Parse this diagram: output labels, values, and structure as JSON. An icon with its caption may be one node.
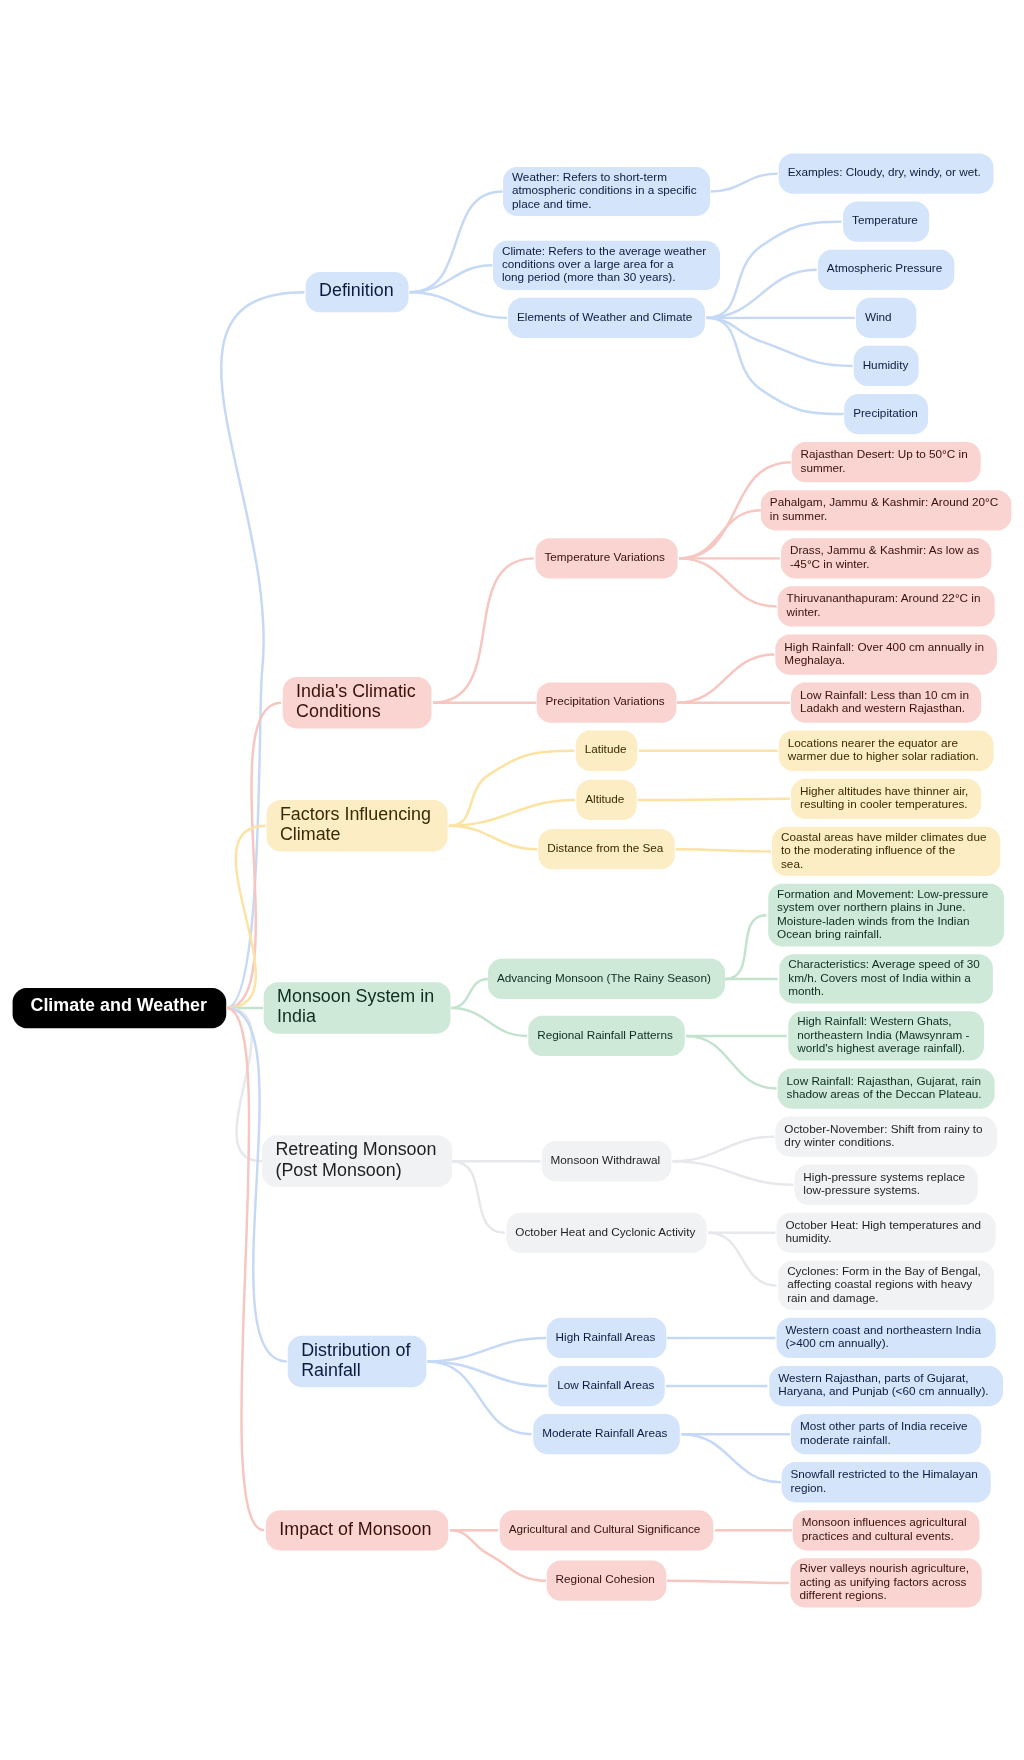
{
  "diagram": {
    "nodes": [
      {
        "text": [
          "Climate and Weather"
        ]
      },
      {
        "text": [
          "Definition"
        ]
      },
      {
        "text": [
          "Weather: Refers to short-term atmospheric conditions in a specific place and time."
        ]
      },
      {
        "text": [
          "Examples: Cloudy, dry, windy, or wet."
        ]
      },
      {
        "text": [
          "Climate: Refers to the average weather conditions over a large area for a long period (more than 30 years)."
        ]
      },
      {
        "text": [
          "Elements of Weather and Climate"
        ]
      },
      {
        "text": [
          "Temperature"
        ]
      },
      {
        "text": [
          "Atmospheric Pressure"
        ]
      },
      {
        "text": [
          "Wind"
        ]
      },
      {
        "text": [
          "Humidity"
        ]
      },
      {
        "text": [
          "Precipitation"
        ]
      },
      {
        "text": [
          "India's Climatic Conditions"
        ]
      },
      {
        "text": [
          "Temperature Variations"
        ]
      },
      {
        "text": [
          "Rajasthan Desert: Up to 50°C in summer."
        ]
      },
      {
        "text": [
          "Pahalgam, Jammu & Kashmir: Around 20°C in summer."
        ]
      },
      {
        "text": [
          "Drass, Jammu & Kashmir: As low as -45°C in winter."
        ]
      },
      {
        "text": [
          "Thiruvananthapuram: Around 22°C in winter."
        ]
      },
      {
        "text": [
          "Precipitation Variations"
        ]
      },
      {
        "text": [
          "High Rainfall: Over 400 cm annually in Meghalaya."
        ]
      },
      {
        "text": [
          "Low Rainfall: Less than 10 cm in Ladakh and western Rajasthan."
        ]
      },
      {
        "text": [
          "Factors Influencing Climate"
        ]
      },
      {
        "text": [
          "Latitude"
        ]
      },
      {
        "text": [
          "Locations nearer the equator are warmer due to higher solar radiation."
        ]
      },
      {
        "text": [
          "Altitude"
        ]
      },
      {
        "text": [
          "Higher altitudes have thinner air, resulting in cooler temperatures."
        ]
      },
      {
        "text": [
          "Distance from the Sea"
        ]
      },
      {
        "text": [
          "Coastal areas have milder climates due to the moderating influence of the sea."
        ]
      },
      {
        "text": [
          "Monsoon System in India"
        ]
      },
      {
        "text": [
          "Advancing Monsoon (The Rainy Season)"
        ]
      },
      {
        "text": [
          "Formation and Movement: Low-pressure system over northern plains in June. Moisture-laden winds from the Indian Ocean bring rainfall."
        ]
      },
      {
        "text": [
          "Characteristics: Average speed of 30 km/h. Covers most of India within a month."
        ]
      },
      {
        "text": [
          "Regional Rainfall Patterns"
        ]
      },
      {
        "text": [
          "High Rainfall: Western Ghats, northeastern India (Mawsynram - world's highest average rainfall)."
        ]
      },
      {
        "text": [
          "Low Rainfall: Rajasthan, Gujarat, rain shadow areas of the Deccan Plateau."
        ]
      },
      {
        "text": [
          "Retreating Monsoon (Post Monsoon)"
        ]
      },
      {
        "text": [
          "Monsoon Withdrawal"
        ]
      },
      {
        "text": [
          "October-November: Shift from rainy to dry winter conditions."
        ]
      },
      {
        "text": [
          "High-pressure systems replace low-pressure systems."
        ]
      },
      {
        "text": [
          "October Heat and Cyclonic Activity"
        ]
      },
      {
        "text": [
          "October Heat: High temperatures and humidity."
        ]
      },
      {
        "text": [
          "Cyclones: Form in the Bay of Bengal, affecting coastal regions with heavy rain and damage."
        ]
      },
      {
        "text": [
          "Distribution of Rainfall"
        ]
      },
      {
        "text": [
          "High Rainfall Areas"
        ]
      },
      {
        "text": [
          "Western coast and northeastern India (>400 cm annually)."
        ]
      },
      {
        "text": [
          "Low Rainfall Areas"
        ]
      },
      {
        "text": [
          "Western Rajasthan, parts of Gujarat, Haryana, and Punjab (<60 cm annually)."
        ]
      },
      {
        "text": [
          "Moderate Rainfall Areas"
        ]
      },
      {
        "text": [
          "Most other parts of India receive moderate rainfall."
        ]
      },
      {
        "text": [
          "Snowfall restricted to the Himalayan region."
        ]
      },
      {
        "text": [
          "Impact of Monsoon"
        ]
      },
      {
        "text": [
          "Agricultural and Cultural Significance"
        ]
      },
      {
        "text": [
          "Monsoon influences agricultural practices and cultural events."
        ]
      },
      {
        "text": [
          "Regional Cohesion"
        ]
      },
      {
        "text": [
          "River valleys nourish agriculture, acting as unifying factors across different regions."
        ]
      }
    ],
    "edges": [
      {
        "from": 0,
        "to": 1,
        "arrow": "none"
      },
      {
        "from": 1,
        "to": 2,
        "arrow": "none"
      },
      {
        "from": 2,
        "to": 3,
        "arrow": "none"
      },
      {
        "from": 1,
        "to": 4,
        "arrow": "none"
      },
      {
        "from": 1,
        "to": 5,
        "arrow": "none"
      },
      {
        "from": 5,
        "to": 6,
        "arrow": "none"
      },
      {
        "from": 5,
        "to": 7,
        "arrow": "none"
      },
      {
        "from": 5,
        "to": 8,
        "arrow": "none"
      },
      {
        "from": 5,
        "to": 9,
        "arrow": "none"
      },
      {
        "from": 5,
        "to": 10,
        "arrow": "none"
      },
      {
        "from": 0,
        "to": 11,
        "arrow": "none",
        "color": "#f7c6c0"
      },
      {
        "from": 11,
        "to": 12,
        "arrow": "none",
        "color": "#f7c6c0"
      },
      {
        "from": 12,
        "to": 13,
        "arrow": "none",
        "color": "#f7c6c0"
      },
      {
        "from": 12,
        "to": 14,
        "arrow": "none",
        "color": "#f7c6c0"
      },
      {
        "from": 12,
        "to": 15,
        "arrow": "none",
        "color": "#f7c6c0"
      },
      {
        "from": 12,
        "to": 16,
        "arrow": "none",
        "color": "#f7c6c0"
      },
      {
        "from": 11,
        "to": 17,
        "arrow": "none",
        "color": "#f7c6c0"
      },
      {
        "from": 17,
        "to": 18,
        "arrow": "none",
        "color": "#f7c6c0"
      },
      {
        "from": 17,
        "to": 19,
        "arrow": "none",
        "color": "#f7c6c0"
      },
      {
        "from": 0,
        "to": 20,
        "arrow": "none",
        "color": "#fde3a3"
      },
      {
        "from": 20,
        "to": 21,
        "arrow": "none",
        "color": "#fde3a3"
      },
      {
        "from": 21,
        "to": 22,
        "arrow": "none",
        "color": "#fde3a3"
      },
      {
        "from": 20,
        "to": 23,
        "arrow": "none",
        "color": "#fde3a3"
      },
      {
        "from": 23,
        "to": 24,
        "arrow": "none",
        "color": "#fde3a3"
      },
      {
        "from": 20,
        "to": 25,
        "arrow": "none",
        "color": "#fde3a3"
      },
      {
        "from": 25,
        "to": 26,
        "arrow": "none",
        "color": "#fde3a3"
      },
      {
        "from": 0,
        "to": 27,
        "arrow": "none",
        "color": "#c3e3cf"
      },
      {
        "from": 27,
        "to": 28,
        "arrow": "none",
        "color": "#c3e3cf"
      },
      {
        "from": 28,
        "to": 29,
        "arrow": "none",
        "color": "#c3e3cf"
      },
      {
        "from": 28,
        "to": 30,
        "arrow": "none",
        "color": "#c3e3cf"
      },
      {
        "from": 27,
        "to": 31,
        "arrow": "none",
        "color": "#c3e3cf"
      },
      {
        "from": 31,
        "to": 32,
        "arrow": "none",
        "color": "#c3e3cf"
      },
      {
        "from": 31,
        "to": 33,
        "arrow": "none",
        "color": "#c3e3cf"
      },
      {
        "from": 0,
        "to": 34,
        "arrow": "none",
        "color": "#e6e8eb"
      },
      {
        "from": 34,
        "to": 35,
        "arrow": "none",
        "color": "#e6e8eb"
      },
      {
        "from": 35,
        "to": 36,
        "arrow": "none",
        "color": "#e6e8eb"
      },
      {
        "from": 35,
        "to": 37,
        "arrow": "none",
        "color": "#e6e8eb"
      },
      {
        "from": 34,
        "to": 38,
        "arrow": "none",
        "color": "#e6e8eb"
      },
      {
        "from": 38,
        "to": 39,
        "arrow": "none",
        "color": "#e6e8eb"
      },
      {
        "from": 38,
        "to": 40,
        "arrow": "none",
        "color": "#e6e8eb"
      },
      {
        "from": 0,
        "to": 41,
        "arrow": "none"
      },
      {
        "from": 41,
        "to": 42,
        "arrow": "none"
      },
      {
        "from": 42,
        "to": 43,
        "arrow": "none"
      },
      {
        "from": 41,
        "to": 44,
        "arrow": "none"
      },
      {
        "from": 44,
        "to": 45,
        "arrow": "none"
      },
      {
        "from": 41,
        "to": 46,
        "arrow": "none"
      },
      {
        "from": 46,
        "to": 47,
        "arrow": "none"
      },
      {
        "from": 46,
        "to": 48,
        "arrow": "none"
      },
      {
        "from": 0,
        "to": 49,
        "arrow": "none",
        "color": "#f7c6c0"
      },
      {
        "from": 49,
        "to": 50,
        "arrow": "none",
        "color": "#f7c6c0"
      },
      {
        "from": 50,
        "to": 51,
        "arrow": "none",
        "color": "#f7c6c0"
      },
      {
        "from": 49,
        "to": 52,
        "arrow": "none",
        "color": "#f7c6c0"
      },
      {
        "from": 52,
        "to": 53,
        "arrow": "none",
        "color": "#f7c6c0"
      }
    ]
  }
}
